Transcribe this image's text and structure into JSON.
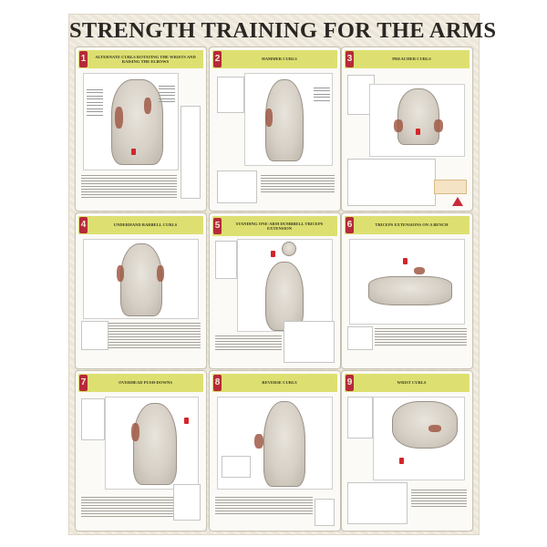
{
  "poster": {
    "title": "STRENGTH TRAINING FOR THE ARMS",
    "accent_colors": {
      "header_band": "#dde070",
      "number_badge": "#b62a38",
      "muscle": "#a05a46",
      "arrow": "#d3262b"
    },
    "panels": [
      {
        "number": "1",
        "title": "Alternate Curls Rotating the Wrists and Raising the Elbows"
      },
      {
        "number": "2",
        "title": "Hammer Curls"
      },
      {
        "number": "3",
        "title": "Preacher Curls"
      },
      {
        "number": "4",
        "title": "Underhand Barbell Curls"
      },
      {
        "number": "5",
        "title": "Standing One-Arm Dumbbell Triceps Extension"
      },
      {
        "number": "6",
        "title": "Triceps Extensions on a Bench"
      },
      {
        "number": "7",
        "title": "Overhead Push-Downs"
      },
      {
        "number": "8",
        "title": "Reverse Curls"
      },
      {
        "number": "9",
        "title": "Wrist Curls"
      }
    ]
  }
}
